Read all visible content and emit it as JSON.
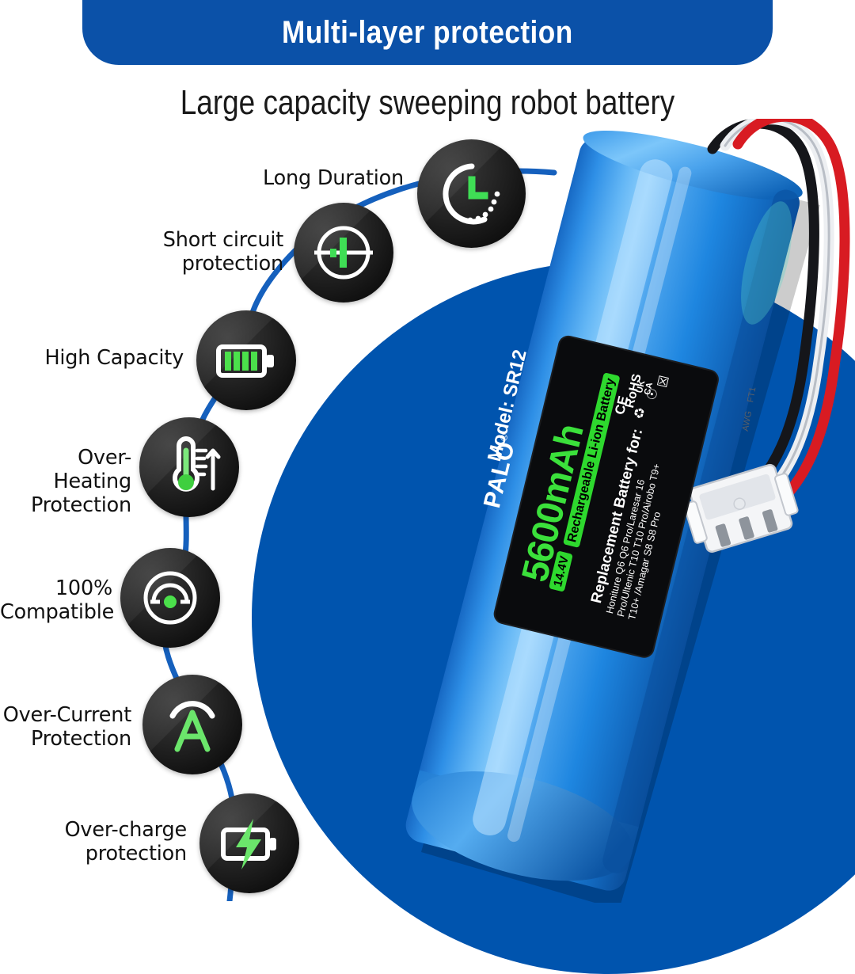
{
  "header": {
    "banner_title": "Multi-layer protection",
    "subtitle": "Large capacity sweeping robot battery"
  },
  "colors": {
    "header_blue": "#0B51A8",
    "circle_blue": "#0054AE",
    "battery_blue": "#2A8FE8",
    "accent_green": "#3BE03B",
    "node_black": "#111111",
    "curve_blue": "#1560BD",
    "text_black": "#111111"
  },
  "features": [
    {
      "id": "long-duration",
      "label": "Long Duration",
      "icon": "clock-icon"
    },
    {
      "id": "short-circuit",
      "label": "Short circuit\nprotection",
      "icon": "short-circuit-icon"
    },
    {
      "id": "high-capacity",
      "label": "High Capacity",
      "icon": "battery-bars-icon"
    },
    {
      "id": "over-heating",
      "label": "Over-Heating\nProtection",
      "icon": "thermometer-icon"
    },
    {
      "id": "compatible",
      "label": "100%\nCompatible",
      "icon": "gauge-icon"
    },
    {
      "id": "over-current",
      "label": "Over-Current\nProtection",
      "icon": "ampere-icon"
    },
    {
      "id": "over-charge",
      "label": "Over-charge\nprotection",
      "icon": "battery-bolt-icon"
    }
  ],
  "feature_labels": {
    "long_duration": "Long Duration",
    "short_circuit_l1": "Short circuit",
    "short_circuit_l2": "protection",
    "high_capacity": "High Capacity",
    "over_heating_l1": "Over-Heating",
    "over_heating_l2": "Protection",
    "compatible_l1": "100%",
    "compatible_l2": "Compatible",
    "over_current_l1": "Over-Current",
    "over_current_l2": "Protection",
    "over_charge_l1": "Over-charge",
    "over_charge_l2": "protection"
  },
  "battery_label": {
    "brand": "PALO",
    "brand_mark": "®",
    "capacity": "5600mAh",
    "voltage": "14.4V",
    "chemistry": "Rechargeable Li-ion Battery",
    "model": "Model: SR12",
    "replacement_heading": "Replacement Battery for:",
    "compatibility_lines": [
      "Honiture Q6 Q6 Pro/Laresar 16",
      "Pro/Ultenic T10 T10 Pro/Airobo T9+",
      "T10+ /Amagar S8 S8 Pro"
    ],
    "certifications": [
      "CE",
      "RoHS",
      "UKCA",
      "wheelie-bin-crossed",
      "li-ion-recycle",
      "recycle-triangle"
    ]
  },
  "connector": {
    "type": "3-pin JST connector",
    "wires": [
      "black",
      "white",
      "red"
    ],
    "wire_print": "FT1  AWG"
  }
}
